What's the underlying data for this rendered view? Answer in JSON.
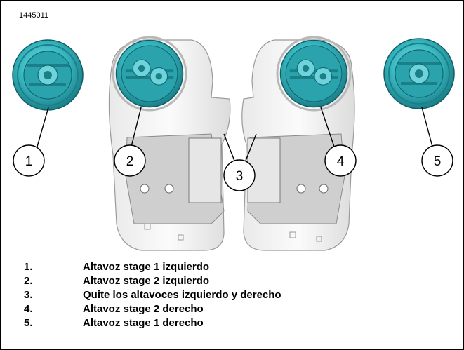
{
  "figure": {
    "id": "1445011"
  },
  "callouts": [
    "1",
    "2",
    "3",
    "4",
    "5"
  ],
  "legend": [
    {
      "num": "1.",
      "text": "Altavoz stage 1 izquierdo"
    },
    {
      "num": "2.",
      "text": "Altavoz stage 2 izquierdo"
    },
    {
      "num": "3.",
      "text": "Quite los altavoces izquierdo y derecho"
    },
    {
      "num": "4.",
      "text": "Altavoz stage 2 derecho"
    },
    {
      "num": "5.",
      "text": "Altavoz stage 1 derecho"
    }
  ],
  "colors": {
    "speaker": "#39b9c2",
    "speaker_dark": "#1b7f88",
    "speaker_light": "#8fe0e6",
    "fairing": "#f2f2f2",
    "fairing_shadow": "#cfcfcf",
    "outline": "#000000"
  }
}
